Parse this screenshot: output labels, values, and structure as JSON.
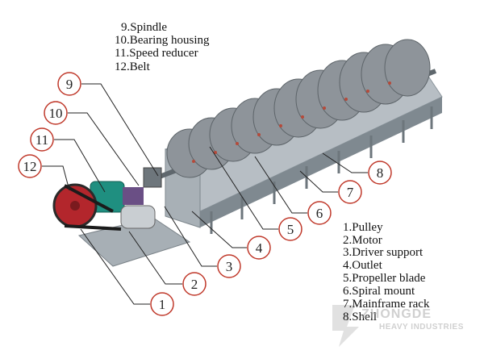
{
  "legend_top": [
    "9.Spindle",
    "10.Bearing housing",
    "11.Speed reducer",
    "12.Belt"
  ],
  "legend_bottom": [
    "1.Pulley",
    "2.Motor",
    "3.Driver support",
    "4.Outlet",
    "5.Propeller blade",
    "6.Spiral mount",
    "7.Mainframe rack",
    "8.Shell"
  ],
  "callouts": [
    "1",
    "2",
    "3",
    "4",
    "5",
    "6",
    "7",
    "8",
    "9",
    "10",
    "11",
    "12"
  ],
  "watermark": {
    "brand": "ZHONGDE",
    "tagline": "HEAVY INDUSTRIES"
  },
  "colors": {
    "callout_circle": "#c0392b",
    "leader_line": "#222222",
    "steel": "#9aa3aa",
    "blade": "#8a8f95",
    "pulley": "#b3262c",
    "reducer": "#1f8f80"
  }
}
